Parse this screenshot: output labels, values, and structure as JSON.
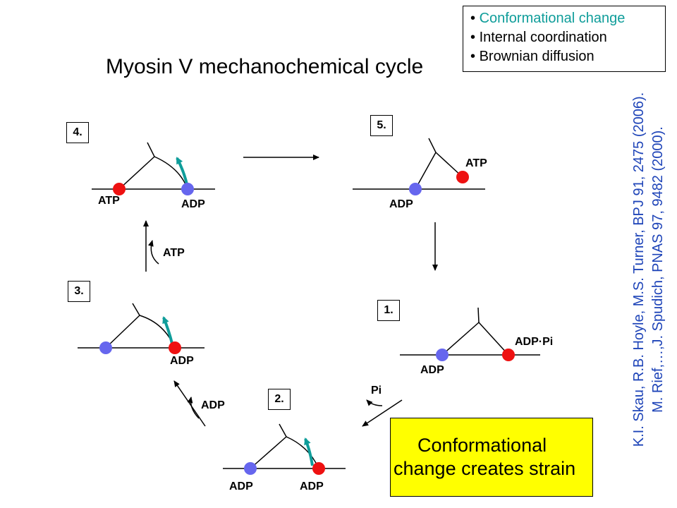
{
  "title": "Myosin V mechanochemical cycle",
  "legend": {
    "items": [
      "Conformational change",
      "Internal coordination",
      "Brownian diffusion"
    ],
    "colors": [
      "#0f9d9a",
      "#000000",
      "#000000"
    ]
  },
  "steps": {
    "s4": {
      "number": "4.",
      "left_label": "ATP",
      "right_label": "ADP"
    },
    "s5": {
      "number": "5.",
      "left_label": "ADP",
      "right_label": "ATP"
    },
    "s1": {
      "number": "1.",
      "left_label": "ADP",
      "right_label": "ADP·Pi"
    },
    "s2": {
      "number": "2.",
      "left_label": "ADP",
      "right_label": "ADP"
    },
    "s3": {
      "number": "3.",
      "right_label": "ADP"
    }
  },
  "transitions": {
    "t3_4": "ATP",
    "t2_3": "ADP",
    "t1_2": "Pi"
  },
  "callout": {
    "line1": "Conformational",
    "line2": "change creates strain"
  },
  "references": [
    "K.I. Skau, R.B. Hoyle, M.S. Turner, BPJ 91, 2475 (2006).",
    "M. Rief,…,J. Spudich, PNAS 97, 9482 (2000)."
  ],
  "colors": {
    "bound_head": "#ee1111",
    "free_head": "#6666ee",
    "conformational_change": "#0f9d9a"
  }
}
